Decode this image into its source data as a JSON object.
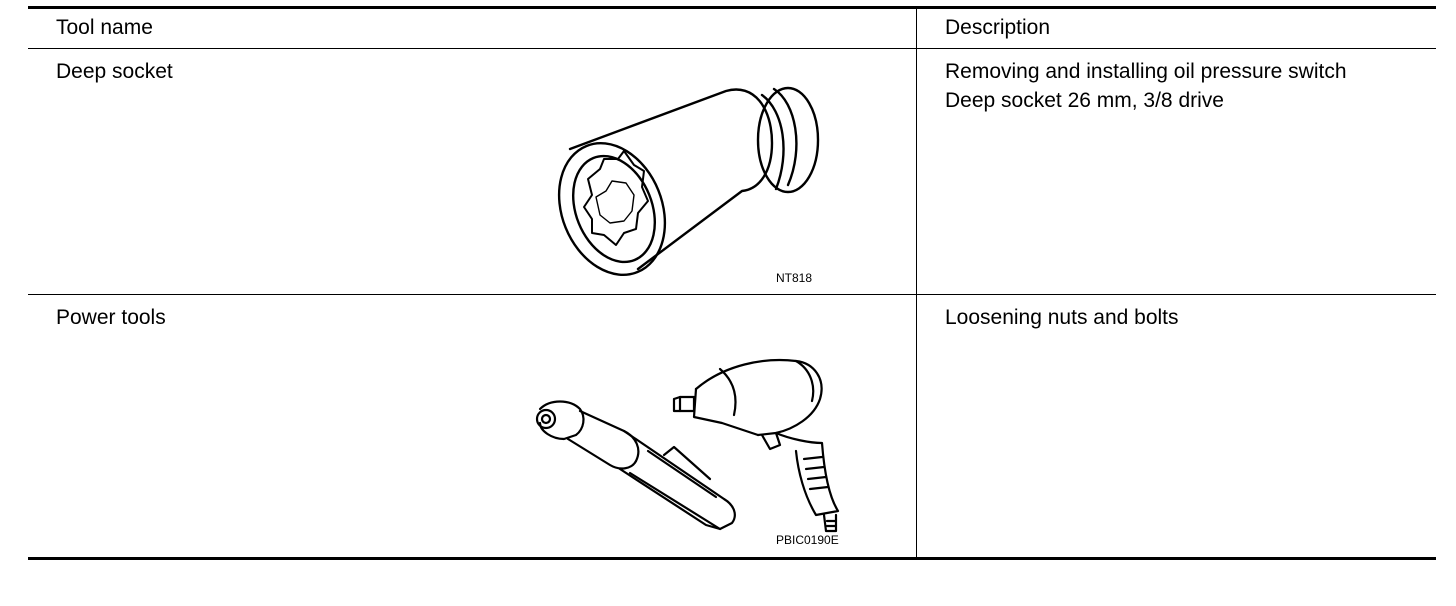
{
  "table": {
    "headers": {
      "tool_name": "Tool name",
      "description": "Description"
    },
    "rows": [
      {
        "tool_name": "Deep socket",
        "description": [
          "Removing and installing oil pressure switch",
          "Deep socket 26 mm, 3/8 drive"
        ],
        "figure_code": "NT818",
        "figure_icon": "deep-socket-icon"
      },
      {
        "tool_name": "Power tools",
        "description": [
          "Loosening nuts and bolts"
        ],
        "figure_code": "PBIC0190E",
        "figure_icon": "power-tools-icon"
      }
    ]
  }
}
